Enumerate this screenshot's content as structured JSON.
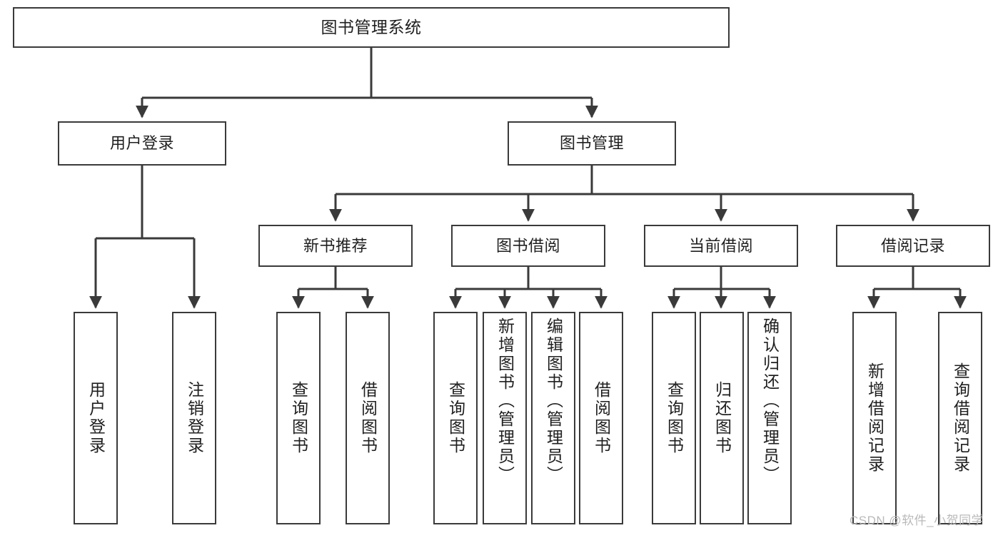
{
  "diagram": {
    "title": "图书管理系统",
    "type": "tree-hierarchy-diagram",
    "stroke_color": "#3a3a3a",
    "text_color": "#1f1f1f",
    "background_color": "#ffffff",
    "root": {
      "label": "图书管理系统"
    },
    "level1": [
      {
        "label": "用户登录"
      },
      {
        "label": "图书管理"
      }
    ],
    "level2": [
      {
        "label": "新书推荐"
      },
      {
        "label": "图书借阅"
      },
      {
        "label": "当前借阅"
      },
      {
        "label": "借阅记录"
      }
    ],
    "leaves": {
      "user_login": [
        {
          "label": "用户登录"
        },
        {
          "label": "注销登录"
        }
      ],
      "new_book_recommend": [
        {
          "label": "查询图书"
        },
        {
          "label": "借阅图书"
        }
      ],
      "book_borrow": [
        {
          "label": "查询图书"
        },
        {
          "label": "新增图书（管理员）"
        },
        {
          "label": "编辑图书（管理员）"
        },
        {
          "label": "借阅图书"
        }
      ],
      "current_borrow": [
        {
          "label": "查询图书"
        },
        {
          "label": "归还图书"
        },
        {
          "label": "确认归还（管理员）"
        }
      ],
      "borrow_record": [
        {
          "label": "新增借阅记录"
        },
        {
          "label": "查询借阅记录"
        }
      ]
    }
  },
  "watermark": {
    "text": "CSDN @软件_小贺同学"
  }
}
